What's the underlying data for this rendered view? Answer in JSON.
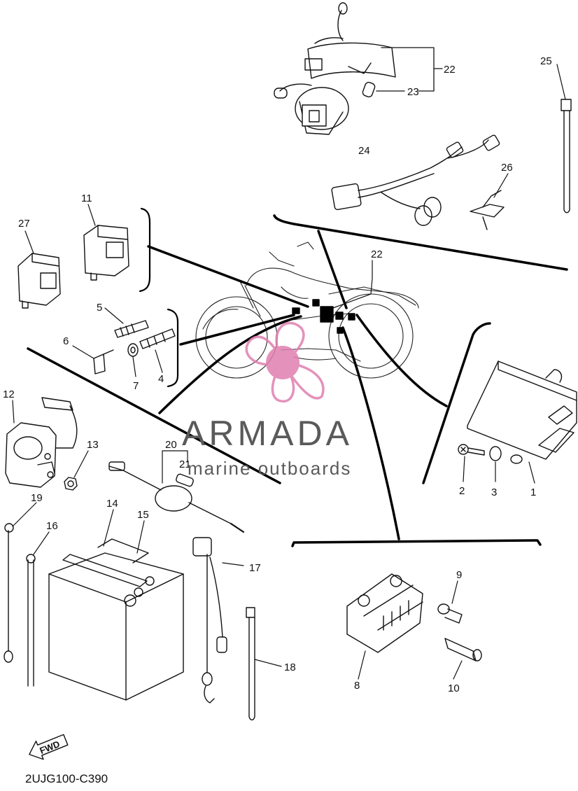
{
  "diagram": {
    "code": "2UJG100-C390",
    "fwd_label": "FWD",
    "callouts": [
      "1",
      "2",
      "3",
      "4",
      "5",
      "6",
      "7",
      "8",
      "9",
      "10",
      "11",
      "12",
      "13",
      "14",
      "15",
      "16",
      "17",
      "18",
      "19",
      "20",
      "21",
      "22",
      "22",
      "23",
      "24",
      "25",
      "26",
      "27"
    ]
  },
  "watermark": {
    "brand": "ARMADA",
    "tagline": "marine outboards",
    "color": "#e07fb0"
  }
}
